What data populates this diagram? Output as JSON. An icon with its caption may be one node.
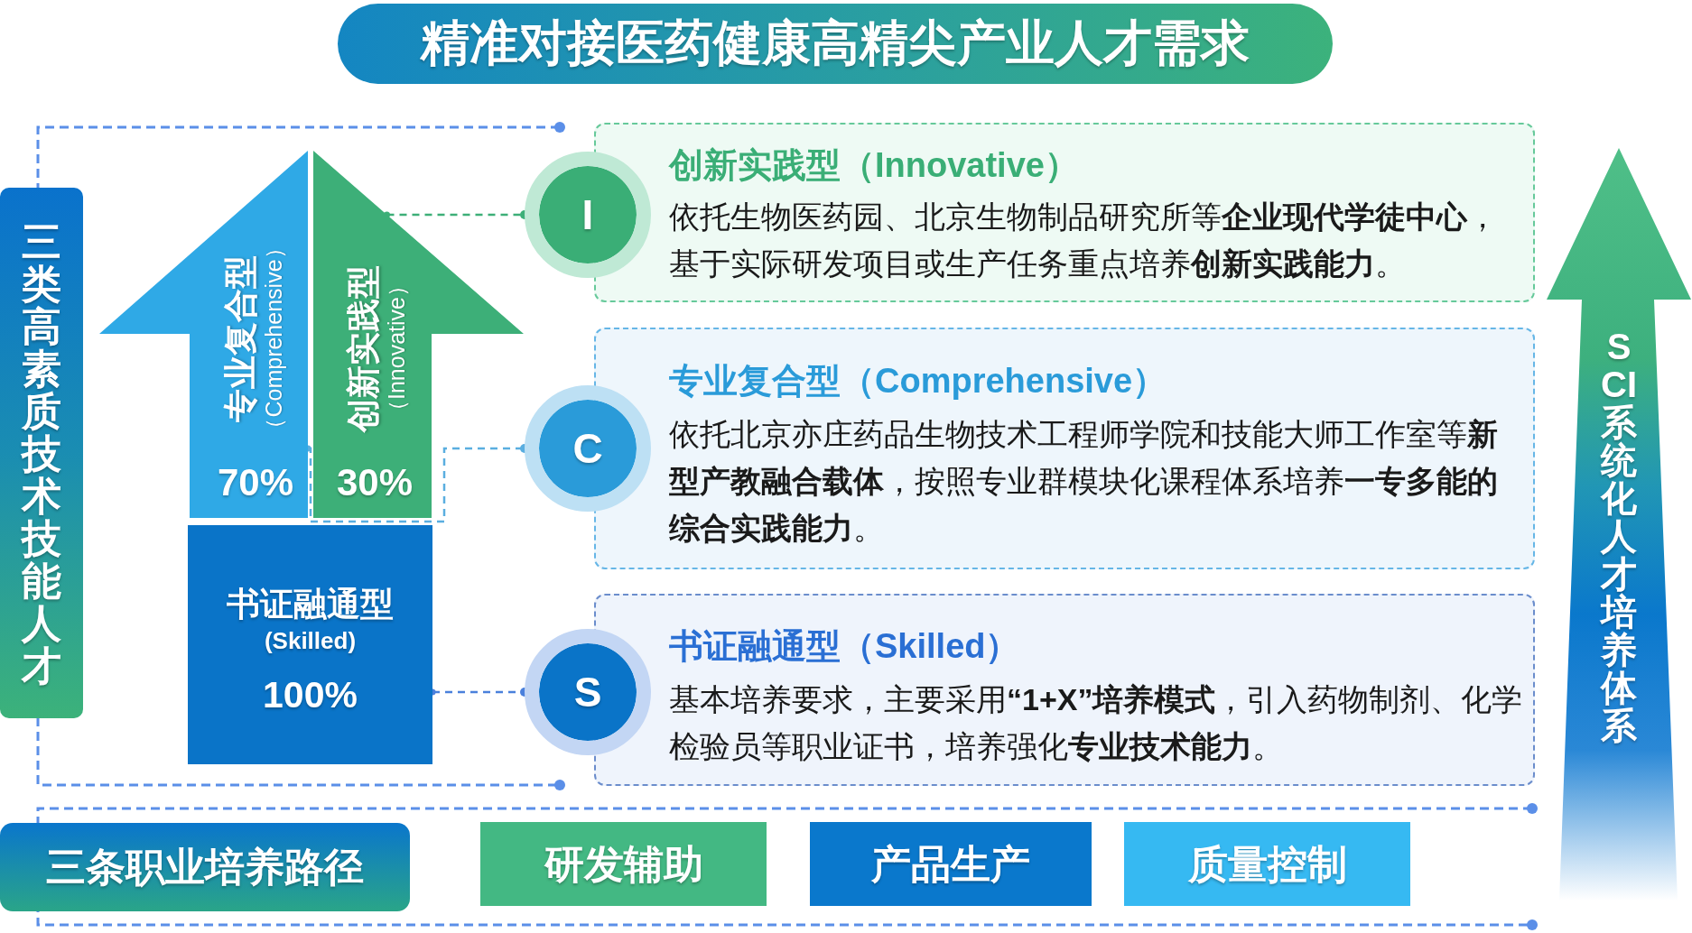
{
  "diagram": {
    "title": "精准对接医药健康高精尖产业人才需求",
    "nodes": [
      {
        "text": [
          "三类高素质技术技能人才"
        ]
      },
      {
        "text": [
          "专业复合型",
          "（Comprehensive）",
          "70%"
        ]
      },
      {
        "text": [
          "创新实践型",
          "（Innovative）",
          "30%"
        ]
      },
      {
        "text": [
          "书证融通型",
          "(Skilled)",
          "100%"
        ]
      },
      {
        "text": [
          "I"
        ]
      },
      {
        "text": [
          "创新实践型（Innovative）",
          "依托生物医药园、北京生物制品研究所等**企业现代学徒中心**，基于实际研发项目或生产任务重点培养**创新实践能力**。"
        ]
      },
      {
        "text": [
          "C"
        ]
      },
      {
        "text": [
          "专业复合型（Comprehensive）",
          "依托北京亦庄药品生物技术工程师学院和技能大师工作室等**新型产教融合载体**，按照专业群模块化课程体系培养**一专多能的综合实践能力**。"
        ]
      },
      {
        "text": [
          "S"
        ]
      },
      {
        "text": [
          "书证融通型（Skilled）",
          "基本培养要求，主要采用**“1+X”培养模式**，引入药物制剂、化学检验员等职业证书，培养强化**专业技术能力**。"
        ]
      },
      {
        "text": [
          "SCI系统化人才培养体系"
        ]
      },
      {
        "text": [
          "三条职业培养路径"
        ]
      },
      {
        "text": [
          "研发辅助"
        ]
      },
      {
        "text": [
          "产品生产"
        ]
      },
      {
        "text": [
          "质量控制"
        ]
      }
    ],
    "edges": [
      {
        "from": 2,
        "to": 4,
        "arrow": "other",
        "style": "dashed",
        "color": "#3daf78"
      },
      {
        "from": 1,
        "to": 6,
        "arrow": "other",
        "style": "dashed",
        "color": "#5aaee0"
      },
      {
        "from": 3,
        "to": 8,
        "arrow": "other",
        "style": "dashed",
        "color": "#4a80dc"
      }
    ]
  }
}
